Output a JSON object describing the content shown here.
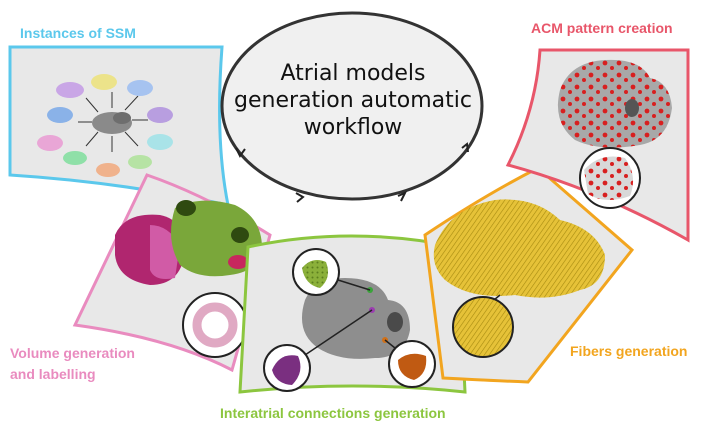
{
  "center": {
    "line1": "Atrial models",
    "line2": "generation automatic",
    "line3": "workflow"
  },
  "panels": {
    "ssm": {
      "title": "Instances of SSM",
      "color": "#5bc8ec"
    },
    "volume": {
      "title_line1": "Volume generation",
      "title_line2": "and labelling",
      "color": "#e98bbf"
    },
    "interatrial": {
      "title": "Interatrial connections generation",
      "color": "#8cc63f"
    },
    "fibers": {
      "title": "Fibers generation",
      "color": "#f2a51f"
    },
    "acm": {
      "title": "ACM pattern creation",
      "color": "#e8566a"
    }
  }
}
